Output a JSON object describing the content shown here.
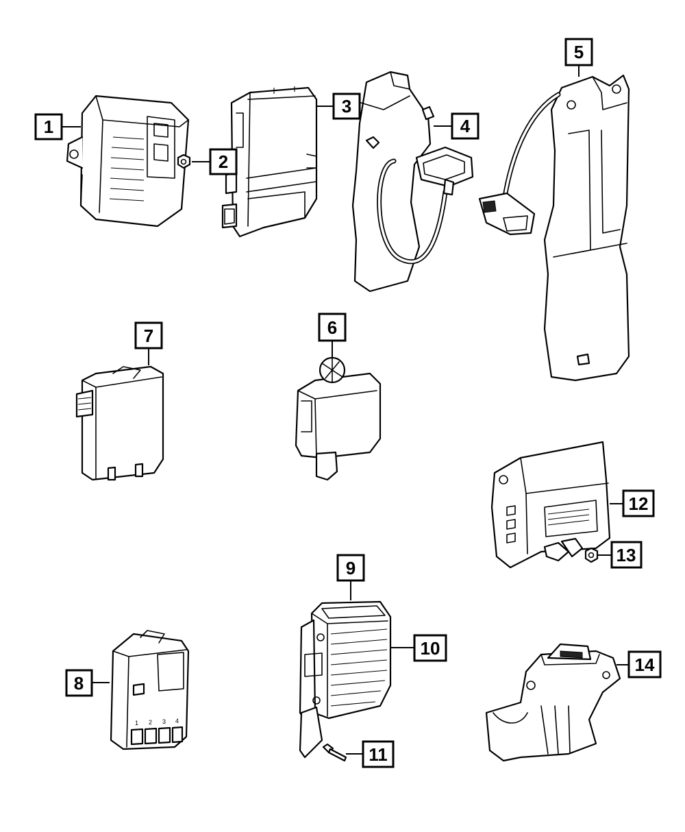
{
  "callouts": {
    "c1": "1",
    "c2": "2",
    "c3": "3",
    "c4": "4",
    "c5": "5",
    "c6": "6",
    "c7": "7",
    "c8": "8",
    "c9": "9",
    "c10": "10",
    "c11": "11",
    "c12": "12",
    "c13": "13",
    "c14": "14"
  },
  "labels": {
    "module8_pins": [
      "1",
      "2",
      "3",
      "4"
    ]
  }
}
